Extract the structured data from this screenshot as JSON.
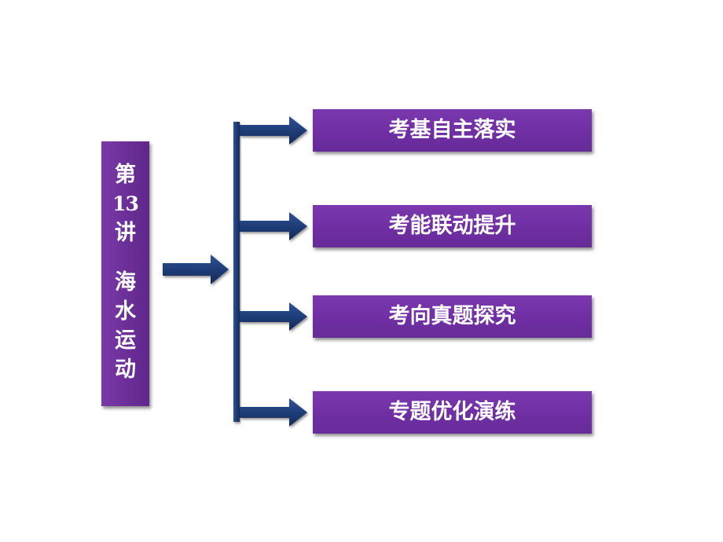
{
  "title": {
    "prefix": "第",
    "number": "13",
    "suffix": "讲",
    "chars": [
      "海",
      "水",
      "运",
      "动"
    ]
  },
  "menu": [
    {
      "label": "考基自主落实"
    },
    {
      "label": "考能联动提升"
    },
    {
      "label": "考向真题探究"
    },
    {
      "label": "专题优化演练"
    }
  ],
  "colors": {
    "box_purple": "#6f2fa3",
    "arrow_navy": "#1f3d78",
    "text": "#ffffff"
  },
  "icons": [
    "arrow-right-icon",
    "bracket-line"
  ]
}
